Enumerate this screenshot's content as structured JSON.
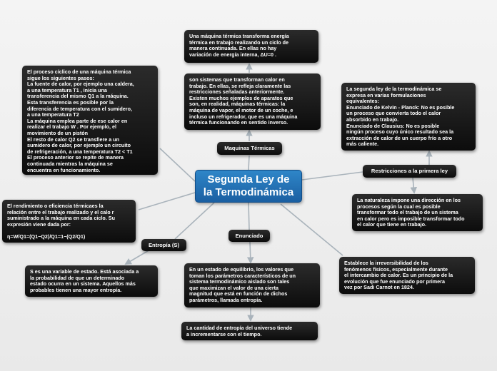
{
  "central": {
    "title": "Segunda Ley de\nla Termodinámica"
  },
  "labels": {
    "maquinas": "Maquinas Térmicas",
    "restricciones": "Restricciones a la primera ley",
    "entropia": "Entropía (S)",
    "enunciado": "Enunciado"
  },
  "texts": {
    "maquina_def": "Una máquina térmica transforma energía\ntérmica en trabajo realizando un ciclo de\nmanera continuada. En ellas no hay\nvariación de energía interna, ΔU=0 .",
    "sistemas": "son sistemas que transforman calor en\ntrabajo. En ellas, se refleja claramente las\nrestricciones señaladas anteriormente.\nExisten muchos ejemplos de aparatos que\nson, en realidad, máquinas térmicas: la\nmáquina de vapor, el motor de un coche, e\nincluso un refrigerador, que es una máquina\ntérmica funcionando en sentido inverso.",
    "ciclo": "El proceso cíclico de una máquina térmica\nsigue los siguientes pasos:\nLa fuente de calor, por ejemplo una caldera,\na una temperatura T1 , inicia una\ntransferencia del mismo Q1 a la máquina.\nEsta transferencia es posible por la\ndiferencia de temperatura con el sumidero,\na una temperatura T2\nLa máquina emplea parte de ese calor en\nrealizar el trabajo W . Por ejemplo, el\nmovimiento de un pistón\nEl resto de calor Q2 se transfiere a un\nsumidero de calor, por ejemplo un circuito\nde refrigeración, a una temperatura T2 < T1\nEl proceso anterior se repite de manera\ncontinuada mientras la máquina se\nencuentra en funcionamiento.",
    "segunda_ley": "La segunda ley de la termodinámica se\nexpresa en varias formulaciones\nequivalentes:\nEnunciado de Kelvin - Planck: No es posible\nun proceso que convierta todo el calor\nabsorbido en trabajo.\nEnunciado de Clausius: No es posible\nningún proceso cuyo único resultado sea la\nextracción de calor de un cuerpo frío a otro\nmás caliente.",
    "naturaleza": "La naturaleza impone una dirección en los\nprocesos según la cual es posible\ntransformar todo el trabajo de un sistema\nen calor pero es imposible transformar todo\nel calor que tiene en trabajo.",
    "rendimiento": "El rendimiento o eficiencia térmicaes la\nrelación entre el trabajo realizado y el calo r\nsuministrado a la máquina en cada ciclo. Su\nexpresión viene dada por:\n\nη=W/Q1=(Q1−Q2)/Q1=1−(Q2/Q1)",
    "entropia_def": "S es una variable de estado. Está asociada a\nla probabilidad de que un determinado\nestado ocurra en un sistema. Aquellos más\nprobables tienen una mayor entropía.",
    "equilibrio": "En un estado de equilibrio, los valores que\ntoman los parámetros característicos de un\nsistema termodinámico aislado son tales\nque maximizan el valor de una cierta\nmagnitud que está en función de dichos\nparámetros, llamada entropía.",
    "cantidad": "La cantidad de entropía del universo tiende\na incrementarse con el tiempo.",
    "irreversibilidad": "Establece la irreversibilidad de los\nfenómenos físicos, especialmente durante\nel intercambio de calor. Es un principio de la\nevolución que fue enunciado por primera\nvez por Sadi Carnot en 1824."
  },
  "colors": {
    "central": "#2276bd",
    "node": "#141414",
    "connector": "#a9b3bb"
  }
}
